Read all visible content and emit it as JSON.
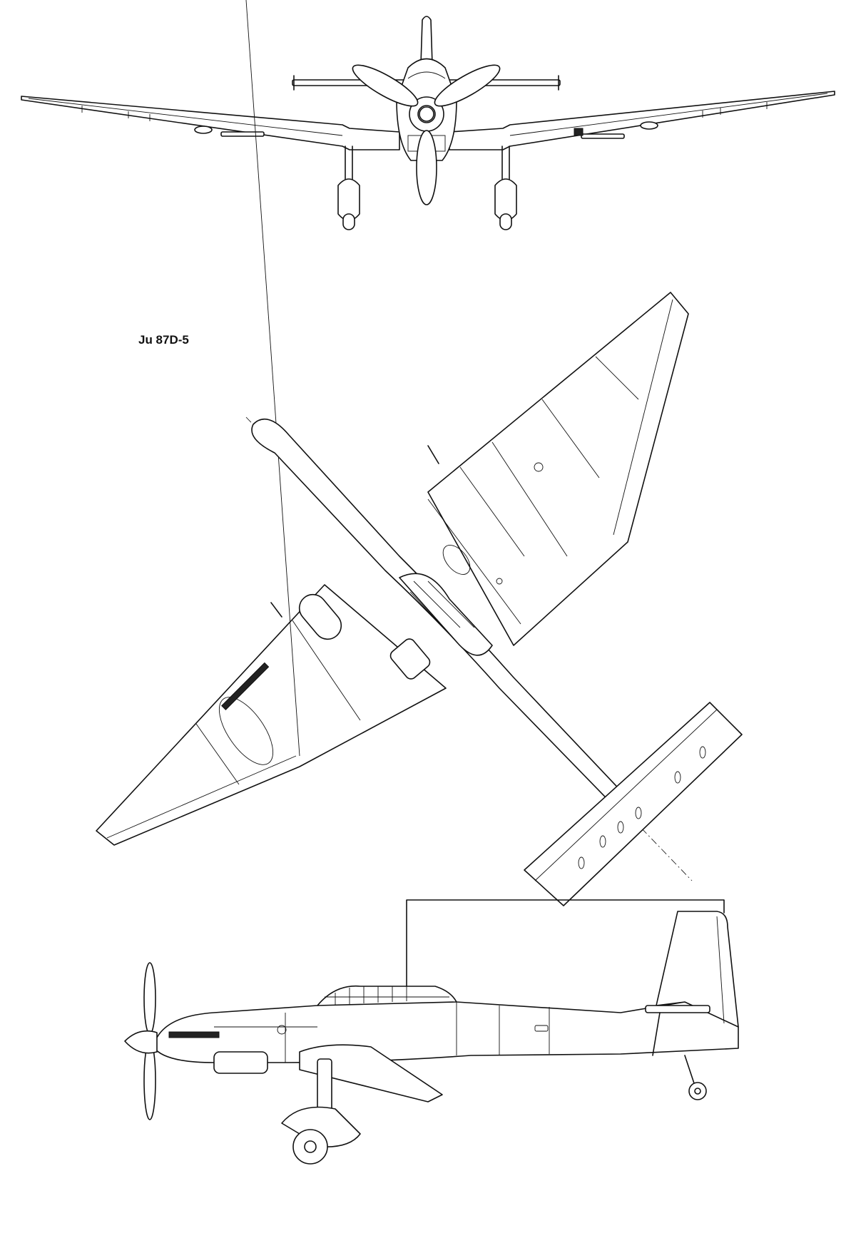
{
  "drawing": {
    "title": "Ju 87D-5",
    "views": [
      "front-view",
      "plan-view",
      "side-view"
    ]
  }
}
